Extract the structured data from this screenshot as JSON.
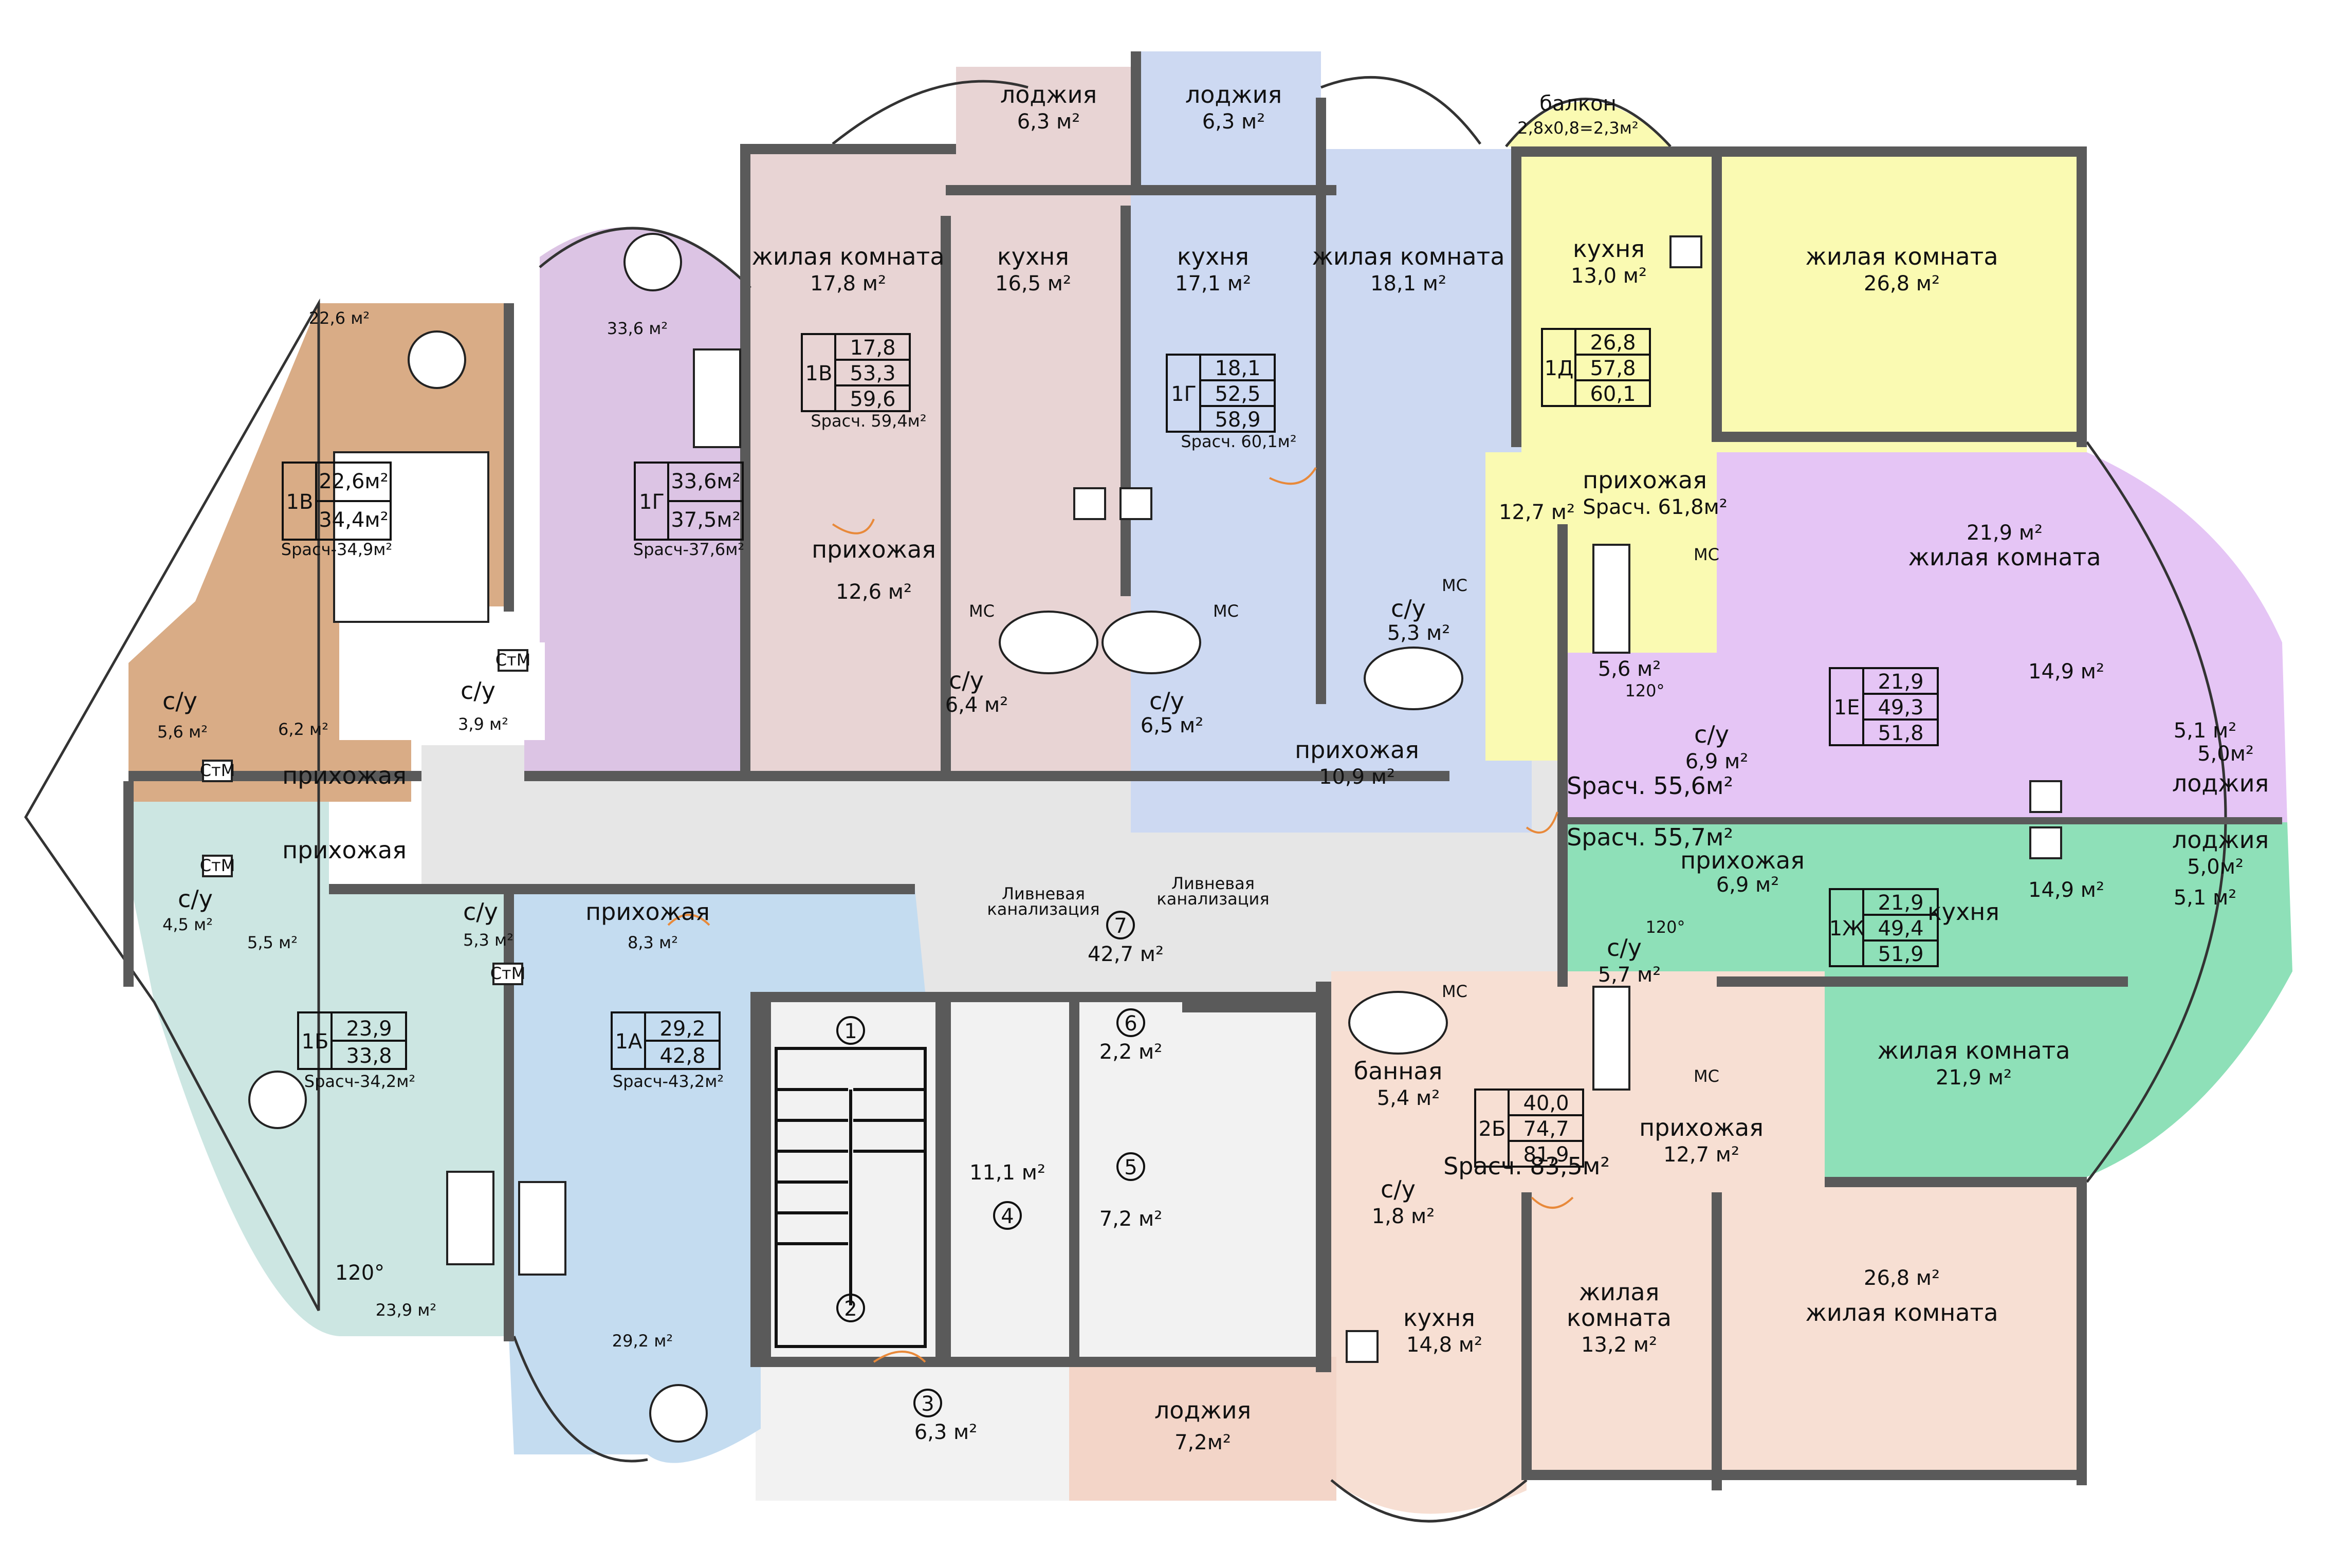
{
  "colors": {
    "apt_1V_left": "#d9ac86",
    "apt_1G_left": "#dcc4e4",
    "apt_1V_top": "#e8d4d4",
    "apt_1G_top": "#cdd9f2",
    "apt_1D": "#fafab2",
    "apt_1E": "#e5c5f5",
    "apt_1Zh": "#8ee0b8",
    "apt_2B": "#f7dfd3",
    "apt_1B": "#cce6e2",
    "apt_1A": "#c4dcf0",
    "corridor": "#e6e6e6",
    "loggia_bottom": "#f3d5c8",
    "walls": "#5a5a5a"
  },
  "rooms": {
    "loggia_tl": "лоджия",
    "loggia_tl_area": "6,3 м²",
    "loggia_tr": "лоджия",
    "loggia_tr_area": "6,3 м²",
    "balcony": "балкон",
    "balcony_area": "2,8х0,8=2,3м²",
    "room_1V_living": "жилая комната",
    "room_1V_living_area": "17,8 м²",
    "room_1V_kitchen": "кухня",
    "room_1V_kitchen_area": "16,5 м²",
    "room_1G_kitchen": "кухня",
    "room_1G_kitchen_area": "17,1 м²",
    "room_1G_living": "жилая комната",
    "room_1G_living_area": "18,1 м²",
    "room_1D_kitchen": "кухня",
    "room_1D_kitchen_area": "13,0 м²",
    "room_1D_living": "жилая комната",
    "room_1D_living_area": "26,8 м²",
    "room_L1V_area": "22,6 м²",
    "room_L1G_area": "33,6 м²",
    "hall_1V_top": "прихожая",
    "hall_1V_top_area": "12,6 м²",
    "hall_1D": "прихожая",
    "hall_1D_area": "12,7 м²",
    "hall_1G_top": "прихожая",
    "hall_1G_top_area": "10,9 м²",
    "bath_L1G": "с/у",
    "bath_L1G_area": "3,9 м²",
    "bath_1V": "с/у",
    "bath_1V_area": "6,4 м²",
    "bath_1G": "с/у",
    "bath_1G_area": "6,5 м²",
    "bath_1D": "с/у",
    "bath_1D_area": "5,3 м²",
    "bath_L1V": "с/у",
    "bath_L1V_area": "5,6 м²",
    "hall_L1V": "прихожая",
    "hall_L1V_area": "6,2 м²",
    "hall_L1B": "прихожая",
    "bath_1B": "с/у",
    "bath_1B_area": "4,5 м²",
    "hall_1B_area": "5,5 м²",
    "bath_1A": "с/у",
    "bath_1A_area": "5,3 м²",
    "hall_1A": "прихожая",
    "hall_1A_area": "8,3 м²",
    "room_1B_area": "23,9 м²",
    "room_1A_area": "29,2 м²",
    "angle_1B": "120°",
    "room_1E_living": "жилая комната",
    "room_1E_living_area": "21,9 м²",
    "bath_1E_small_area": "5,6 м²",
    "bath_1E_angle": "120°",
    "bath_1E": "с/у",
    "bath_1E_area": "6,9 м²",
    "kitchen_1E_area": "14,9 м²",
    "loggia_1E": "лоджия",
    "loggia_1E_a": "5,1 м²",
    "loggia_1E_b": "5,0м²",
    "loggia_1Zh": "лоджия",
    "loggia_1Zh_a": "5,0м²",
    "loggia_1Zh_b": "5,1 м²",
    "hall_1Zh": "прихожая",
    "hall_1Zh_area": "6,9 м²",
    "kitchen_1Zh": "кухня",
    "kitchen_1Zh_area": "14,9 м²",
    "bath_1Zh": "с/у",
    "bath_1Zh_area": "5,7 м²",
    "bath_1Zh_angle": "120°",
    "room_1Zh_living": "жилая комната",
    "room_1Zh_living_area": "21,9 м²",
    "bathroom_2B": "банная",
    "bathroom_2B_area": "5,4 м²",
    "hall_2B": "прихожая",
    "hall_2B_area": "12,7 м²",
    "wc_2B": "с/у",
    "wc_2B_area": "1,8 м²",
    "kitchen_2B": "кухня",
    "kitchen_2B_area": "14,8 м²",
    "room_2B_small_1": "жилая",
    "room_2B_small_2": "комната",
    "room_2B_small_area": "13,2 м²",
    "room_2B_large_area": "26,8 м²",
    "room_2B_large": "жилая комната",
    "loggia_bottom": "лоджия",
    "loggia_bottom_area": "7,2м²",
    "corridor_num": "7",
    "corridor_area": "42,7 м²",
    "drain_1a": "Ливневая",
    "drain_1b": "канализация",
    "drain_2a": "Ливневая",
    "drain_2b": "канализация",
    "core_1": "1",
    "core_2": "2",
    "core_3": "3",
    "core_3_area": "6,3 м²",
    "core_4": "4",
    "core_4_area": "11,1 м²",
    "core_5": "5",
    "core_5_area": "7,2 м²",
    "core_6": "6",
    "core_6_area": "2,2 м²"
  },
  "apartments": {
    "a1V_left": {
      "code": "1В",
      "living": "22,6м²",
      "total": "34,4м²",
      "s": "Sрасч-34,9м²"
    },
    "a1G_left": {
      "code": "1Г",
      "living": "33,6м²",
      "total": "37,5м²",
      "s": "Sрасч-37,6м²"
    },
    "a1V_top": {
      "code": "1В",
      "living": "17,8",
      "total": "53,3",
      "calc": "59,6",
      "s": "Sрасч. 59,4м²"
    },
    "a1G_top": {
      "code": "1Г",
      "living": "18,1",
      "total": "52,5",
      "calc": "58,9",
      "s": "Sрасч. 60,1м²"
    },
    "a1D": {
      "code": "1Д",
      "living": "26,8",
      "total": "57,8",
      "calc": "60,1",
      "s": "Sрасч. 61,8м²"
    },
    "a1E": {
      "code": "1Е",
      "living": "21,9",
      "total": "49,3",
      "calc": "51,8",
      "s": "Sрасч. 55,6м²"
    },
    "a1Zh": {
      "code": "1Ж",
      "living": "21,9",
      "total": "49,4",
      "calc": "51,9",
      "s": "Sрасч. 55,7м²"
    },
    "a2B": {
      "code": "2Б",
      "living": "40,0",
      "total": "74,7",
      "calc": "81,9",
      "s": "Sрасч. 83,5м²"
    },
    "a1B": {
      "code": "1Б",
      "living": "23,9",
      "total": "33,8",
      "s": "Sрасч-34,2м²"
    },
    "a1A": {
      "code": "1А",
      "living": "29,2",
      "total": "42,8",
      "s": "Sрасч-43,2м²"
    }
  },
  "fixtures": {
    "counter": "СтМ",
    "washer": "МС"
  }
}
